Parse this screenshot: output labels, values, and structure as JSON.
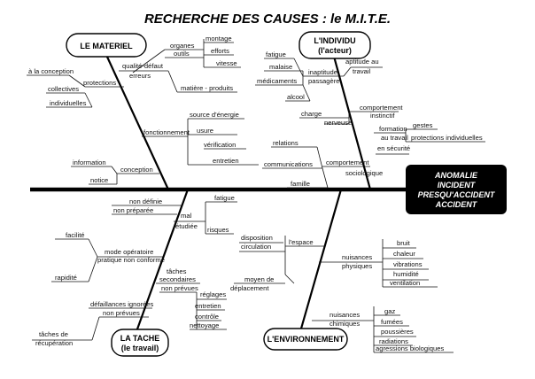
{
  "title": "RECHERCHE DES CAUSES : le M.I.T.E.",
  "effect": [
    "ANOMALIE",
    "INCIDENT",
    "PRESQU'ACCIDENT",
    "ACCIDENT"
  ],
  "categories": {
    "materiel": [
      "LE MATERIEL"
    ],
    "individu": [
      "L'INDIVIDU",
      "(l'acteur)"
    ],
    "tache": [
      "LA TACHE",
      "(le travail)"
    ],
    "environnement": [
      "L'ENVIRONNEMENT"
    ]
  },
  "labels": {
    "organes": "organes",
    "outils": "outils",
    "montage": "montage",
    "efforts": "efforts",
    "vitesse": "vitesse",
    "qualite_defaut": "qualité-défaut",
    "erreurs": "erreurs",
    "matiere_produits": "matière - produits",
    "a_la_conception": "à la conception",
    "protections": "protections",
    "collectives": "collectives",
    "individuelles": "individuelles",
    "source_energie": "source d'énergie",
    "usure": "usure",
    "fonctionnement": "fonctionnement",
    "verification": "vérification",
    "entretien": "entretien",
    "information": "information",
    "conception": "conception",
    "notice": "notice",
    "fatigue_ind": "fatigue",
    "malaise": "malaise",
    "medicaments": "médicaments",
    "alcool": "alcool",
    "inaptitude": "inaptitude",
    "passagere": "passagère",
    "aptitude_au": "aptitude au",
    "travail": "travail",
    "comportement_ind": "comportement",
    "instinctif": "instinctif",
    "charge": "charge",
    "nerveuse": "nerveuse",
    "gestes": "gestes",
    "formation": "formation",
    "au_travail": "au travail",
    "en_securite": "en sécurité",
    "protections_individuelles": "protections individuelles",
    "relations": "relations",
    "communications": "communications",
    "comportement_soc": "comportement",
    "sociologique": "sociologique",
    "famille": "famille",
    "non_definie": "non définie",
    "non_preparee": "non préparée",
    "mal": "mal",
    "etudiee": "étudiée",
    "fatigue_tache": "fatigue",
    "risques": "risques",
    "facilite": "facilité",
    "mode_operatoire": "mode opératoire",
    "pratique_non_conforme": "pratique non conforme",
    "rapidite": "rapidité",
    "taches": "tâches",
    "secondaires": "secondaires",
    "non_prevues_1": "non prévues",
    "reglages": "réglages",
    "entretien_tache": "entretien",
    "controle": "contrôle",
    "nettoyage": "nettoyage",
    "defaillances_ignorees": "défaillances ignorées",
    "non_prevues_2": "non prévues",
    "taches_de": "tâches de",
    "recuperation": "récupération",
    "disposition": "disposition",
    "circulation": "circulation",
    "l_espace": "l'espace",
    "moyen_de": "moyen de",
    "deplacement": "déplacement",
    "nuisances_phys": "nuisances",
    "physiques": "physiques",
    "bruit": "bruit",
    "chaleur": "chaleur",
    "vibrations": "vibrations",
    "humidite": "humidité",
    "ventilation": "ventilation",
    "nuisances_chim": "nuisances",
    "chimiques": "chimiques",
    "gaz": "gaz",
    "fumees": "fumées",
    "poussieres": "poussières",
    "radiations": "radiations",
    "agressions_biologiques": "agressions biologiques"
  }
}
